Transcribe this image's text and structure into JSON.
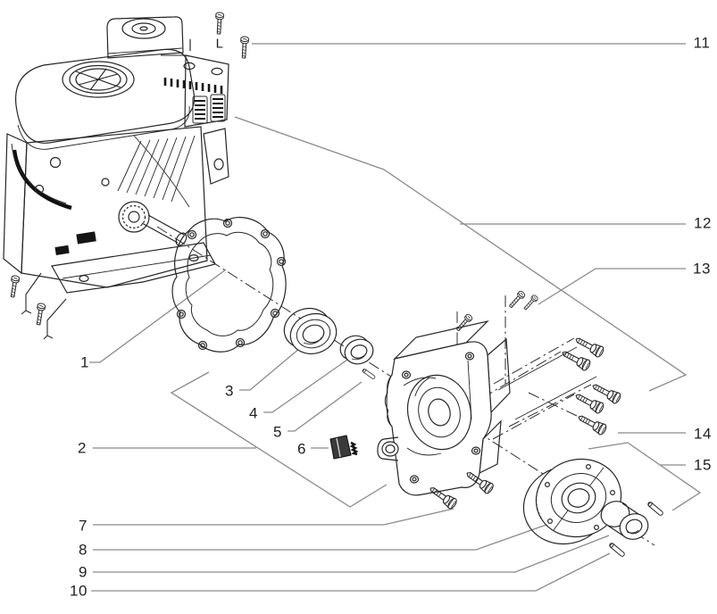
{
  "diagram": {
    "kind": "exploded-parts-diagram",
    "background": "#ffffff",
    "ink_color": "#262626",
    "leader_color": "#8a8a8a",
    "fill_black": "#151515",
    "callouts": [
      {
        "number": "1"
      },
      {
        "number": "2"
      },
      {
        "number": "3"
      },
      {
        "number": "4"
      },
      {
        "number": "5"
      },
      {
        "number": "6"
      },
      {
        "number": "7"
      },
      {
        "number": "8"
      },
      {
        "number": "9"
      },
      {
        "number": "10"
      },
      {
        "number": "11"
      },
      {
        "number": "12"
      },
      {
        "number": "13"
      },
      {
        "number": "14"
      },
      {
        "number": "15"
      }
    ],
    "marks": {
      "l_mark": "L"
    }
  }
}
